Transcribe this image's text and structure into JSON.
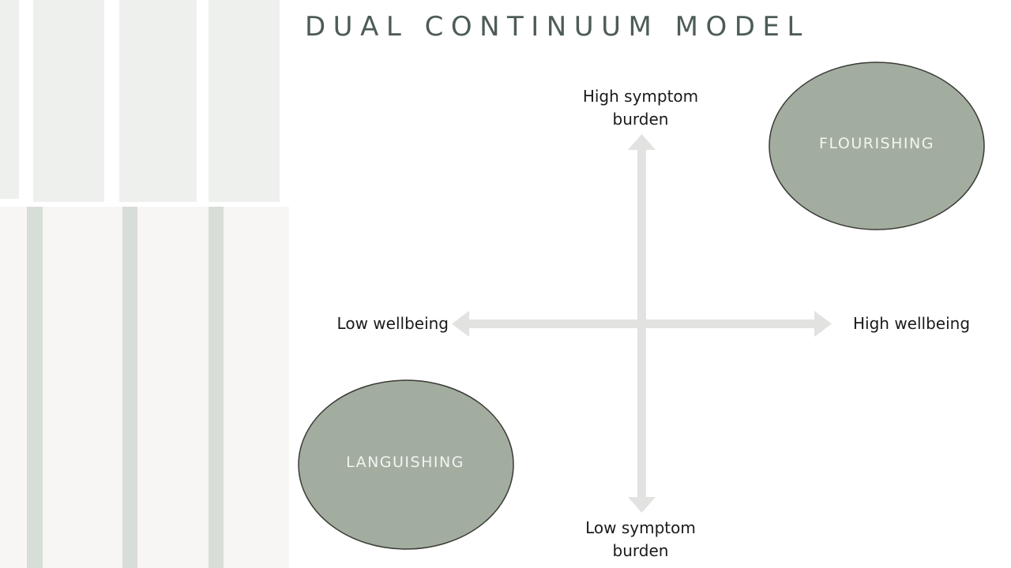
{
  "slide": {
    "title": "DUAL CONTINUUM MODEL"
  },
  "axes": {
    "vertical_top": "High symptom\nburden",
    "vertical_bottom": "Low symptom\nburden",
    "horizontal_left": "Low wellbeing",
    "horizontal_right": "High wellbeing"
  },
  "states": {
    "flourishing": "FLOURISHING",
    "languishing": "LANGUISHING"
  },
  "colors": {
    "state_fill": "#a2ad9f",
    "state_outline": "#3a3a36",
    "arrow": "#e2e2e0",
    "title": "#4d5c56",
    "decor_upper": "#eef0ee",
    "decor_lower": "#f7f6f4",
    "decor_stripe": "#d7ded8"
  }
}
